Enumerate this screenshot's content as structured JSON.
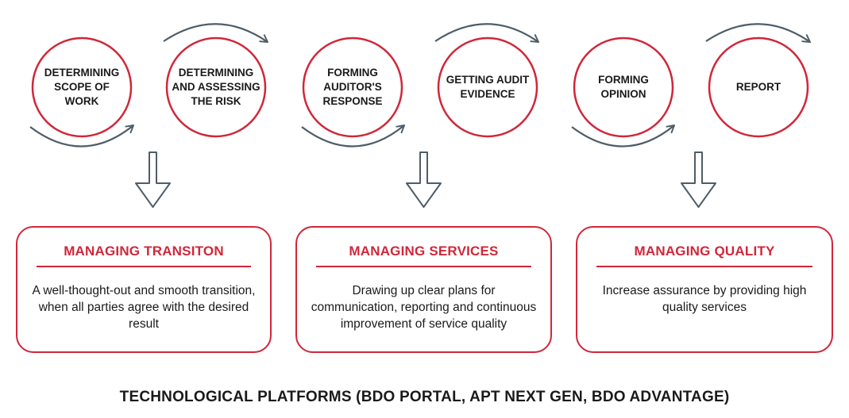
{
  "colors": {
    "accent_red": "#d0273a",
    "arrow_gray": "#4e5d68",
    "text_dark": "#1a1a1a"
  },
  "steps": [
    {
      "label": "DETERMINING\nSCOPE OF\nWORK"
    },
    {
      "label": "DETERMINING\nAND ASSESSING\nTHE RISK"
    },
    {
      "label": "FORMING\nAUDITOR'S\nRESPONSE"
    },
    {
      "label": "GETTING AUDIT\nEVIDENCE"
    },
    {
      "label": "FORMING\nOPINION"
    },
    {
      "label": "REPORT"
    }
  ],
  "areas": [
    {
      "title": "MANAGING TRANSITON",
      "description": "A well-thought-out and smooth transition, when all parties agree with the desired result"
    },
    {
      "title": "MANAGING SERVICES",
      "description": "Drawing up clear plans for communication, reporting and continuous improvement of service quality"
    },
    {
      "title": "MANAGING QUALITY",
      "description": "Increase assurance by providing high quality services"
    }
  ],
  "footer": {
    "text": "TECHNOLOGICAL PLATFORMS (BDO PORTAL, APT NEXT GEN, BDO ADVANTAGE)"
  }
}
